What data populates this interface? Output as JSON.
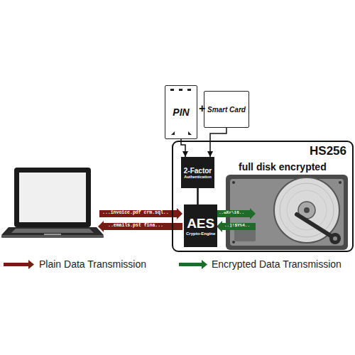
{
  "diagram": {
    "nodes": [
      {
        "text": [
          "PIN"
        ]
      },
      {
        "text": [
          "Smart Card"
        ]
      },
      {
        "text": [
          "HS256",
          "full disk encrypted"
        ]
      },
      {
        "text": [
          "2-Factor",
          "Authentication"
        ],
        "in": 2
      },
      {
        "text": [
          "AES",
          "Crypto-Engine"
        ],
        "in": 2
      }
    ],
    "edges": [
      {
        "from": 0,
        "to": 3,
        "arrow": "to"
      },
      {
        "from": 1,
        "to": 3,
        "arrow": "to"
      },
      {
        "from": 3,
        "to": 4,
        "arrow": "none"
      }
    ],
    "labels": [
      "+",
      "...invoice.pdf crm.sql..",
      "..emails.pst fina...",
      "..ωXr\\16..",
      "..]!$Y%4.."
    ],
    "legend": [
      {
        "text": "Plain Data Transmission"
      },
      {
        "text": "Encrypted Data Transmission"
      }
    ]
  }
}
